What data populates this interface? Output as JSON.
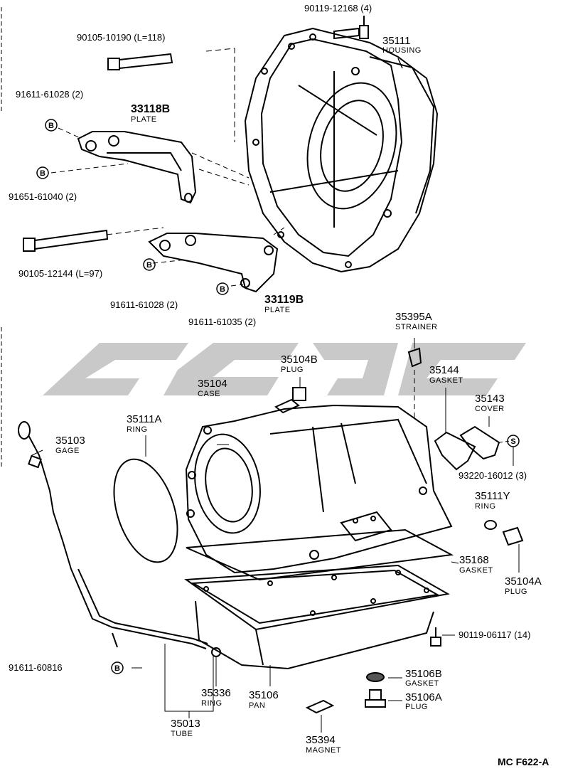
{
  "diagram_code": "MC F622-A",
  "watermark": "scgc",
  "symbols": {
    "B": "B",
    "S": "S"
  },
  "labels": {
    "p90119_12168": "90119-12168 (4)",
    "p35111_num": "35111",
    "p35111_name": "HOUSING",
    "p90105_10190": "90105-10190 (L=118)",
    "p91611_61028_top": "91611-61028 (2)",
    "p33118b_num": "33118B",
    "p33118b_name": "PLATE",
    "p91651_61040": "91651-61040 (2)",
    "p90105_12144": "90105-12144 (L=97)",
    "p91611_61028_bottom": "91611-61028 (2)",
    "p33119b_num": "33119B",
    "p33119b_name": "PLATE",
    "p91611_61035": "91611-61035 (2)",
    "p35395a_num": "35395A",
    "p35395a_name": "STRAINER",
    "p35104b_num": "35104B",
    "p35104b_name": "PLUG",
    "p35144_num": "35144",
    "p35144_name": "GASKET",
    "p35104_num": "35104",
    "p35104_name": "CASE",
    "p35143_num": "35143",
    "p35143_name": "COVER",
    "p35111a_num": "35111A",
    "p35111a_name": "RING",
    "p93220_16012": "93220-16012 (3)",
    "p35103_num": "35103",
    "p35103_name": "GAGE",
    "p35111y_num": "35111Y",
    "p35111y_name": "RING",
    "p35168_num": "35168",
    "p35168_name": "GASKET",
    "p35104a_num": "35104A",
    "p35104a_name": "PLUG",
    "p90119_06117": "90119-06117 (14)",
    "p91611_60816": "91611-60816",
    "p35106b_num": "35106B",
    "p35106b_name": "GASKET",
    "p35336_num": "35336",
    "p35336_name": "RING",
    "p35106_num": "35106",
    "p35106_name": "PAN",
    "p35106a_num": "35106A",
    "p35106a_name": "PLUG",
    "p35013_num": "35013",
    "p35013_name": "TUBE",
    "p35394_num": "35394",
    "p35394_name": "MAGNET"
  }
}
